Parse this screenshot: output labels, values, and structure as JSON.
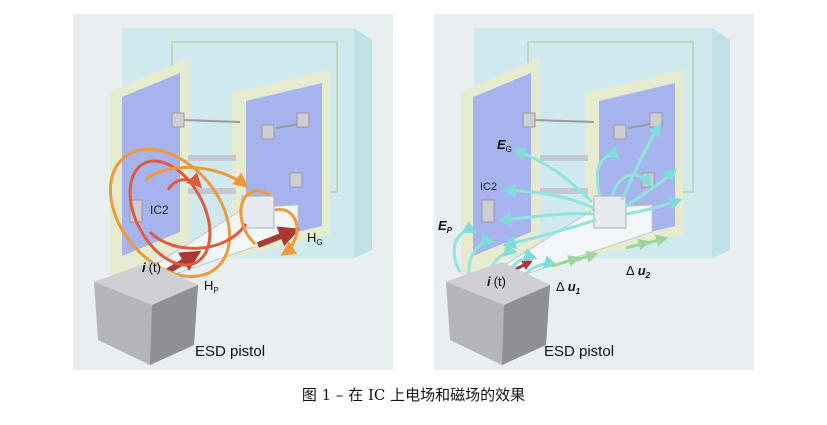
{
  "caption": "图 1 – 在 IC 上电场和磁场的效果",
  "left_panel": {
    "ic_label": "IC2",
    "current_label_i": "i",
    "current_label_t": "(t)",
    "hp_main": "H",
    "hp_sub": "P",
    "hg_main": "H",
    "hg_sub": "G",
    "pistol_label": "ESD pistol"
  },
  "right_panel": {
    "ic_label": "IC2",
    "current_label_i": "i",
    "current_label_t": "(t)",
    "eg_main": "E",
    "eg_sub": "G",
    "ep_main": "E",
    "ep_sub": "P",
    "du1_delta": "Δ",
    "du1_main": "u",
    "du1_sub": "1",
    "du2_delta": "Δ",
    "du2_main": "u",
    "du2_sub": "2",
    "pistol_label": "ESD pistol"
  },
  "colors": {
    "panel_bg": "#e9eef0",
    "enclosure": "#c9e6ec",
    "pcb_frame": "#e7eccd",
    "pcb_blue": "#a6b3ec",
    "magnetic_field": "#ec9a3a",
    "magnetic_field_inner": "#e05a3e",
    "electric_field": "#8fe4e0",
    "current_arrow": "#a83a32",
    "pistol": "#a8a8ac"
  }
}
